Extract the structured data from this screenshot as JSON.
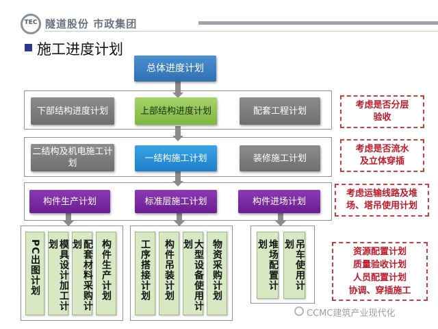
{
  "header": {
    "logo_text": "TEC",
    "company": "隧道股份  市政集团"
  },
  "title": "施工进度计划",
  "top": "总体进度计划",
  "row1": [
    "下部结构进度计划",
    "上部结构进度计划",
    "配套工程计划"
  ],
  "row2": [
    "二结构及机电施工计划",
    "一结构施工计划",
    "装修施工计划"
  ],
  "row3": [
    "构件生产计划",
    "标准层施工计划",
    "构件进场计划"
  ],
  "group1": [
    "PC出图计划",
    "模具设计加工计划",
    "配套材料采购计划",
    "构件生产计划"
  ],
  "group2": [
    "工序搭接计划",
    "构件吊装计划",
    "大型设备使用计划",
    "物资采购计划"
  ],
  "group3": [
    "堆场配置计划",
    "吊车使用计划"
  ],
  "notes": {
    "n1": [
      "考虑是否分层",
      "验收"
    ],
    "n2": [
      "考虑是否流水",
      "及立体穿插"
    ],
    "n3": [
      "考虑运输线路及堆",
      "场、塔吊使用计划"
    ],
    "n4": [
      "资源配置计划",
      "质量验收计划",
      "人员配置计划",
      "协调、穿插施工"
    ]
  },
  "watermark": "CCMC建筑产业现代化",
  "colors": {
    "blue_top": "#2f6fb0",
    "green": "#7fb540",
    "purple": "#6a1e92",
    "note_red": "#c0192a",
    "light_green": "#d6e8c4"
  }
}
